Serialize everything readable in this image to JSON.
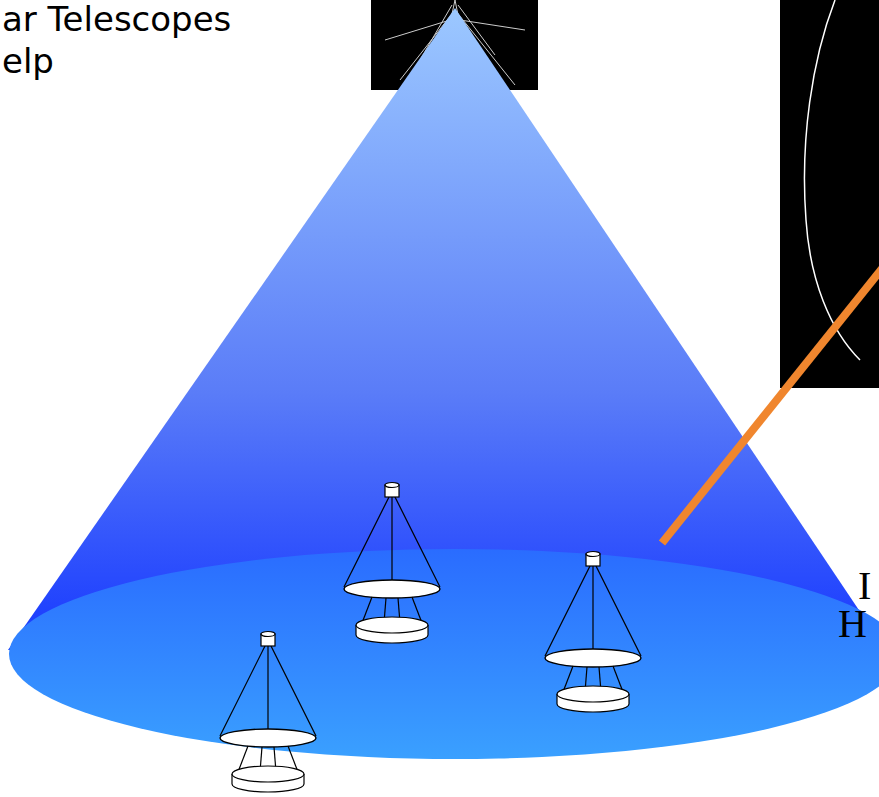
{
  "diagram": {
    "labels": [
      "ar Telescopes",
      "elp",
      "I",
      "H"
    ]
  }
}
